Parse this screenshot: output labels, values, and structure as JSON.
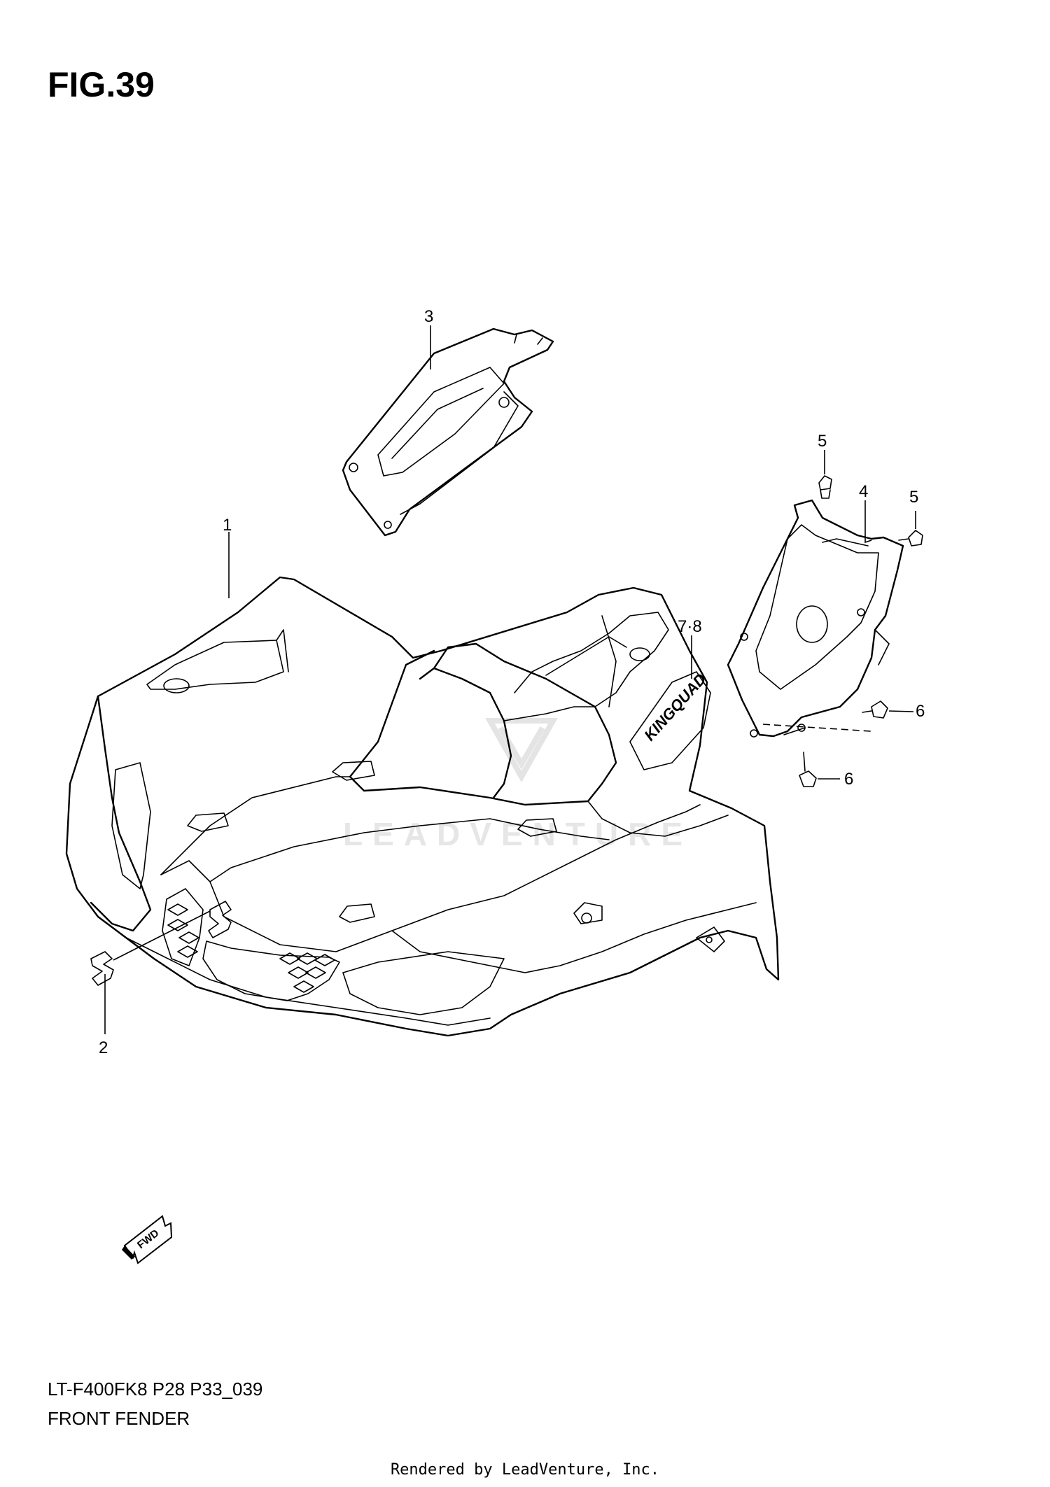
{
  "figure": {
    "title": "FIG.39"
  },
  "callouts": {
    "c1": "1",
    "c2": "2",
    "c3": "3",
    "c4": "4",
    "c5a": "5",
    "c5b": "5",
    "c6a": "6",
    "c6b": "6",
    "c78": "7·8"
  },
  "fwd_arrow": {
    "label": "FWD",
    "icon": "fwd-arrow-icon"
  },
  "watermark": {
    "text": "LEADVENTURE"
  },
  "decal": {
    "text": "KINGQUAD"
  },
  "footer": {
    "model_code": "LT-F400FK8 P28 P33_039",
    "section_name": "FRONT FENDER",
    "rendered_by": "Rendered by LeadVenture, Inc."
  }
}
